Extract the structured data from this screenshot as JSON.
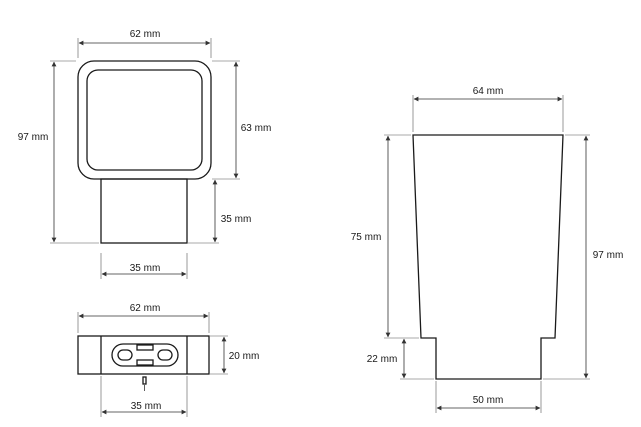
{
  "dimensions": {
    "front_width": "62 mm",
    "front_total_height": "97 mm",
    "front_head_height": "63 mm",
    "front_stem_height": "35 mm",
    "front_stem_width": "35 mm",
    "top_width": "62 mm",
    "top_depth": "20 mm",
    "top_bracket_width": "35 mm",
    "cup_top_width": "64 mm",
    "cup_body_height": "75 mm",
    "cup_base_height": "22 mm",
    "cup_total_height": "97 mm",
    "cup_base_width": "50 mm"
  },
  "colors": {
    "line": "#1a1a1a",
    "background": "#ffffff"
  }
}
